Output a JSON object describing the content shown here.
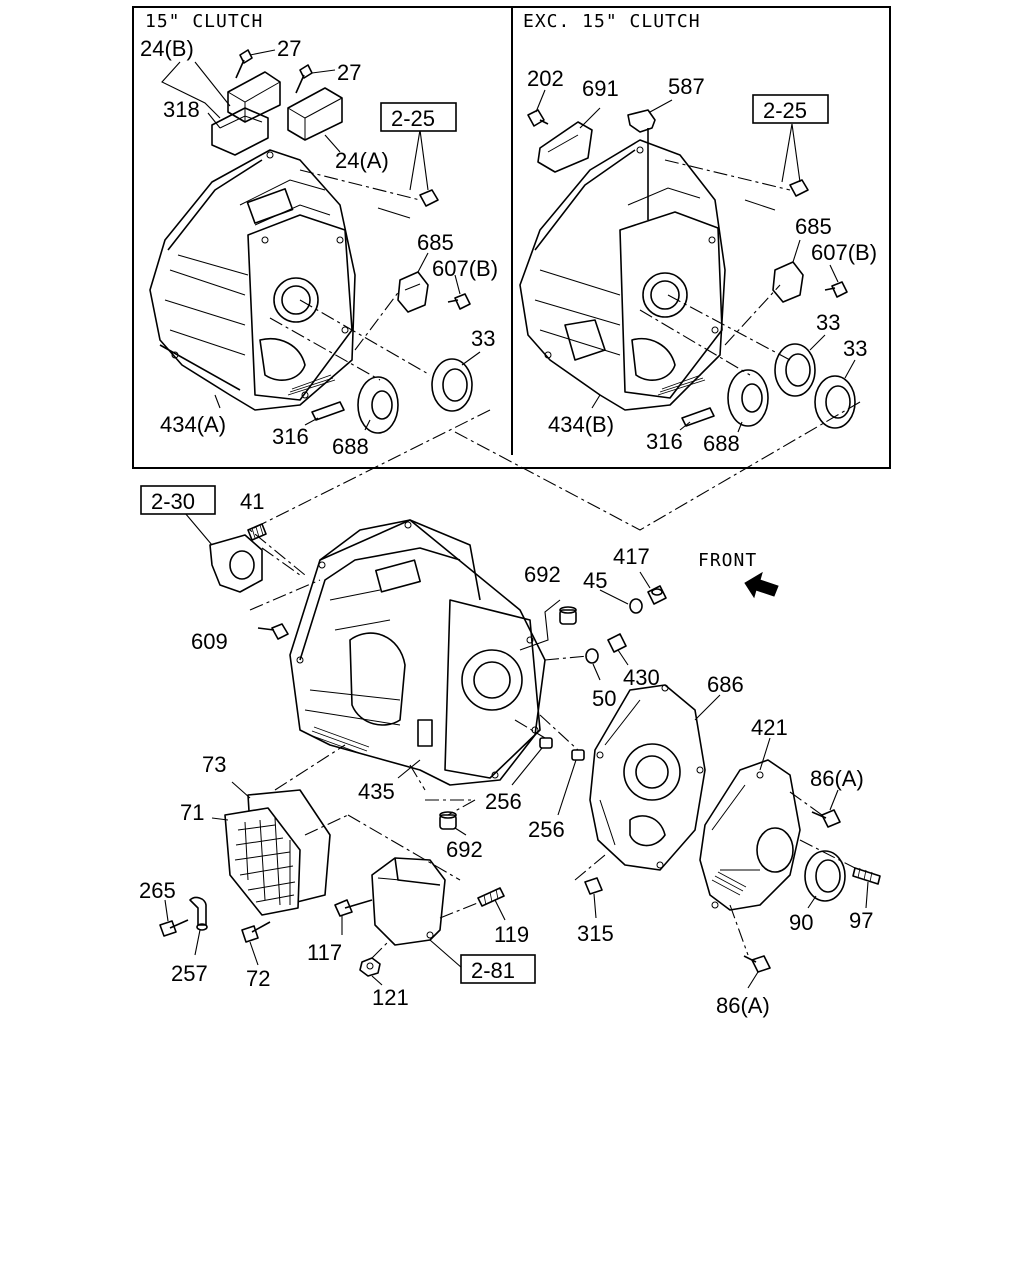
{
  "panels": {
    "left_title": "15\" CLUTCH",
    "right_title": "EXC. 15\" CLUTCH"
  },
  "front_label": "FRONT",
  "labels": {
    "l_24b": "24(B)",
    "l_27a": "27",
    "l_27b": "27",
    "l_318": "318",
    "l_24a": "24(A)",
    "l_685_l": "685",
    "l_607b_l": "607(B)",
    "l_33_l": "33",
    "l_434a": "434(A)",
    "l_316_l": "316",
    "l_688_l": "688",
    "l_202": "202",
    "l_691": "691",
    "l_587": "587",
    "l_685_r": "685",
    "l_607b_r": "607(B)",
    "l_33_r1": "33",
    "l_33_r2": "33",
    "l_434b": "434(B)",
    "l_316_r": "316",
    "l_688_r": "688",
    "l_41": "41",
    "l_609": "609",
    "l_692a": "692",
    "l_45": "45",
    "l_417": "417",
    "l_430": "430",
    "l_50": "50",
    "l_686": "686",
    "l_421": "421",
    "l_86a_1": "86(A)",
    "l_73": "73",
    "l_71": "71",
    "l_435": "435",
    "l_256a": "256",
    "l_256b": "256",
    "l_692b": "692",
    "l_265": "265",
    "l_257": "257",
    "l_72": "72",
    "l_117": "117",
    "l_119": "119",
    "l_121": "121",
    "l_315": "315",
    "l_90": "90",
    "l_97": "97",
    "l_86a_2": "86(A)"
  },
  "refs": {
    "r_2_25_left": "2-25",
    "r_2_25_right": "2-25",
    "r_2_30": "2-30",
    "r_2_81": "2-81"
  }
}
